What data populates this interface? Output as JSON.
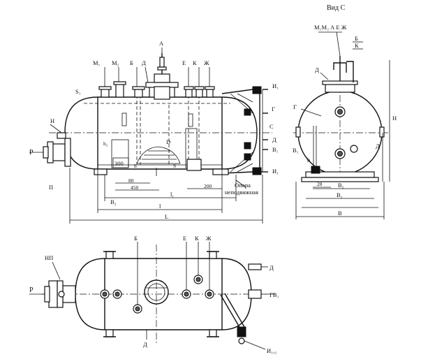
{
  "view_c": {
    "title": "Вид С",
    "top_labels": "М₁М₂ А Е Ж"
  },
  "front": {
    "labels": {
      "m1": "М₁",
      "m2": "М₂",
      "a": "А",
      "b": "Б",
      "d": "Д",
      "e": "Е",
      "k": "К",
      "zh": "Ж",
      "i1_top": "И₁",
      "s1": "S₁",
      "g": "Г",
      "c": "С",
      "n": "Н",
      "p": "Р",
      "p_low": "П",
      "d_right": "Д",
      "v1": "В₁",
      "i1_bot": "И₁",
      "v2": "В₂",
      "d_inner": "D",
      "h2": "h₂",
      "h_inner": "h",
      "s_letter": "S"
    },
    "dims": {
      "d300": "300",
      "d80": "80",
      "d450": "450",
      "d200": "200",
      "l1": "l₁",
      "l": "l",
      "L": "L"
    },
    "support_note_1": "Опора",
    "support_note_2": "неподвижная"
  },
  "side": {
    "labels": {
      "b": "Б",
      "k": "К",
      "d": "Д",
      "g": "Г",
      "v1": "В₁",
      "d2": "Д",
      "h": "h",
      "H": "H"
    },
    "dims": {
      "d28": "28",
      "b2": "В₂",
      "b1": "В₁",
      "b": "В"
    }
  },
  "plan": {
    "labels": {
      "b": "Б",
      "e": "Е",
      "k": "К",
      "zh": "Ж",
      "np": "НП",
      "d": "Д",
      "p": "Р",
      "gv1": "ГВ₁",
      "d_bot": "Д",
      "i12": "И₁,₂"
    }
  }
}
